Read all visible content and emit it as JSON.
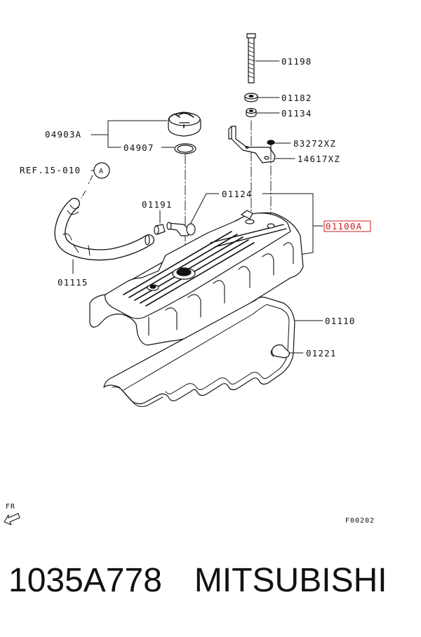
{
  "labels": {
    "p01198": "01198",
    "p01182": "01182",
    "p01134": "01134",
    "p04903A": "04903A",
    "p04907": "04907",
    "p83272XZ": "83272XZ",
    "p14617XZ": "14617XZ",
    "ref": "REF.15-010",
    "ref_circle": "A",
    "p01124": "01124",
    "p01191": "01191",
    "p01100A": "01100A",
    "p01115": "01115",
    "p01110": "01110",
    "p01221": "01221",
    "fr": "FR",
    "figure_code": "F00202"
  },
  "footer": {
    "part_number": "1035A778",
    "brand": "MITSUBISHI"
  },
  "colors": {
    "highlight": "#cc1f1f",
    "ink": "#111111"
  }
}
